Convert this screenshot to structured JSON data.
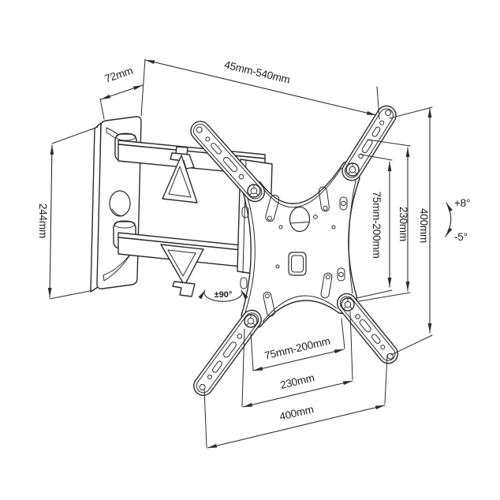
{
  "drawing": {
    "description": "Articulating TV wall mount bracket - technical dimension drawing",
    "background_color": "#ffffff",
    "line_color": "#2b2b2b",
    "labels": {
      "extension": "45mm-540mm",
      "depth": "72mm",
      "height": "244mm"
    },
    "right_dims": {
      "vesa_vertical": "75mm-200mm",
      "inner": "230mm",
      "outer": "400mm"
    },
    "bottom_dims": {
      "vesa_horizontal": "75mm-200mm",
      "inner": "230mm",
      "outer": "400mm"
    },
    "angles": {
      "tilt_up": "+8°",
      "tilt_down": "-5°",
      "swivel": "±90°"
    }
  }
}
